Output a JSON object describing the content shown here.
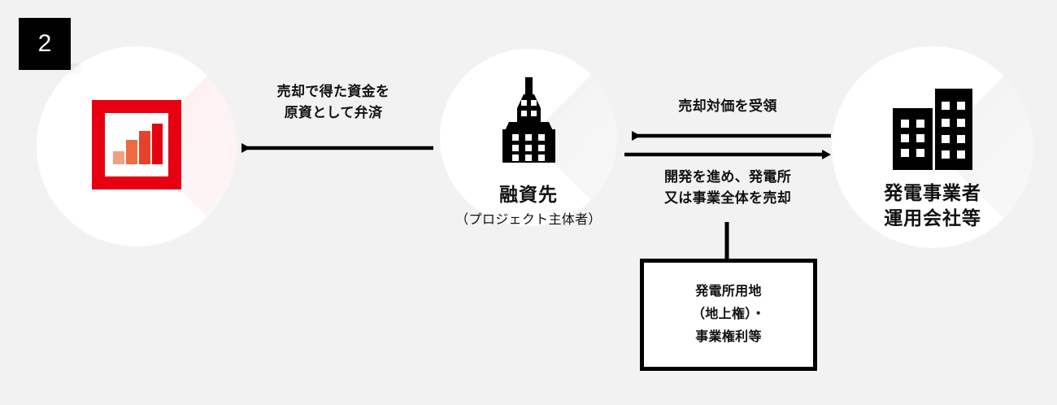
{
  "step": {
    "number": "2"
  },
  "nodes": {
    "left": {
      "icon": "chart-frame-icon",
      "label": ""
    },
    "center": {
      "icon": "office-tower-icon",
      "title": "融資先",
      "subtitle": "（プロジェクト主体者）"
    },
    "right": {
      "icon": "two-buildings-icon",
      "title_line1": "発電事業者",
      "title_line2": "運用会社等"
    }
  },
  "flows": {
    "repayment": {
      "line1": "売却で得た資金を",
      "line2": "原資として弁済",
      "direction": "left"
    },
    "proceeds": {
      "line1": "売却対価を受領",
      "direction": "left"
    },
    "development": {
      "line1": "開発を進め、発電所",
      "line2": "又は事業全体を売却",
      "direction": "right"
    }
  },
  "asset_box": {
    "line1": "発電所用地",
    "line2": "（地上権）・",
    "line3": "事業権利等"
  },
  "colors": {
    "background": "#f2f2f2",
    "node_fill": "#ffffff",
    "badge_fill": "#000000",
    "badge_text": "#ffffff",
    "icon_red": "#e60012",
    "bar_1": "#f0a183",
    "bar_2": "#ee6a42",
    "bar_3": "#e8412a",
    "bar_4": "#e60012",
    "stroke": "#000000",
    "text": "#111111"
  }
}
